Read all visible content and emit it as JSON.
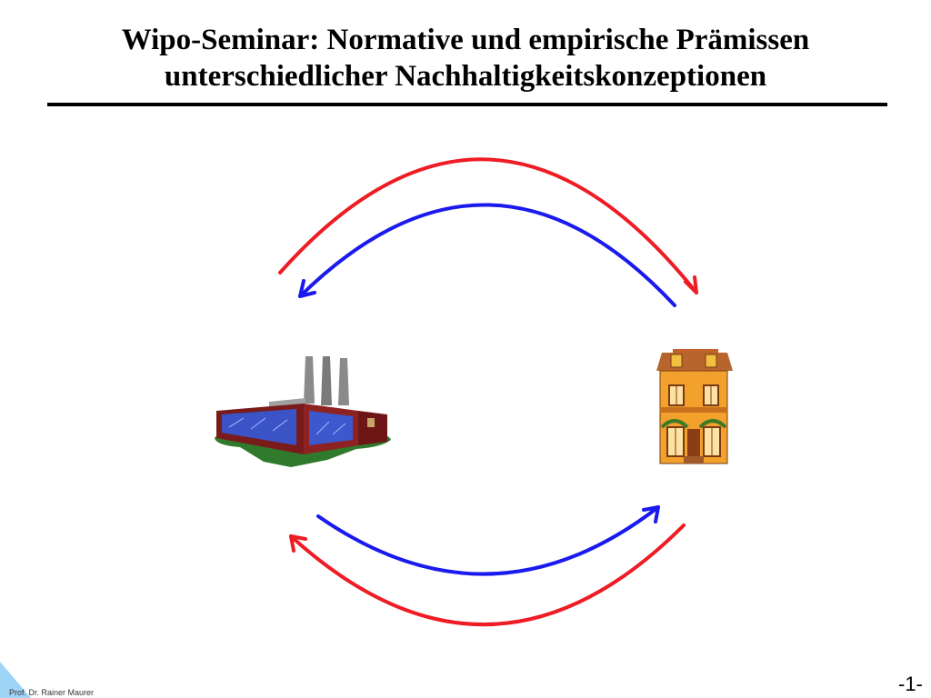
{
  "slide": {
    "title_line1": "Wipo-Seminar: Normative und empirische Prämissen",
    "title_line2": "unterschiedlicher Nachhaltigkeitskonzeptionen",
    "author": "Prof. Dr. Rainer Maurer",
    "page_number": "-1-"
  },
  "colors": {
    "arrow_red": "#ee1c24",
    "arrow_blue": "#1a1aee",
    "corner_accent": "#4fb3f0"
  },
  "icons": {
    "left": "factory-icon",
    "right": "house-icon"
  }
}
